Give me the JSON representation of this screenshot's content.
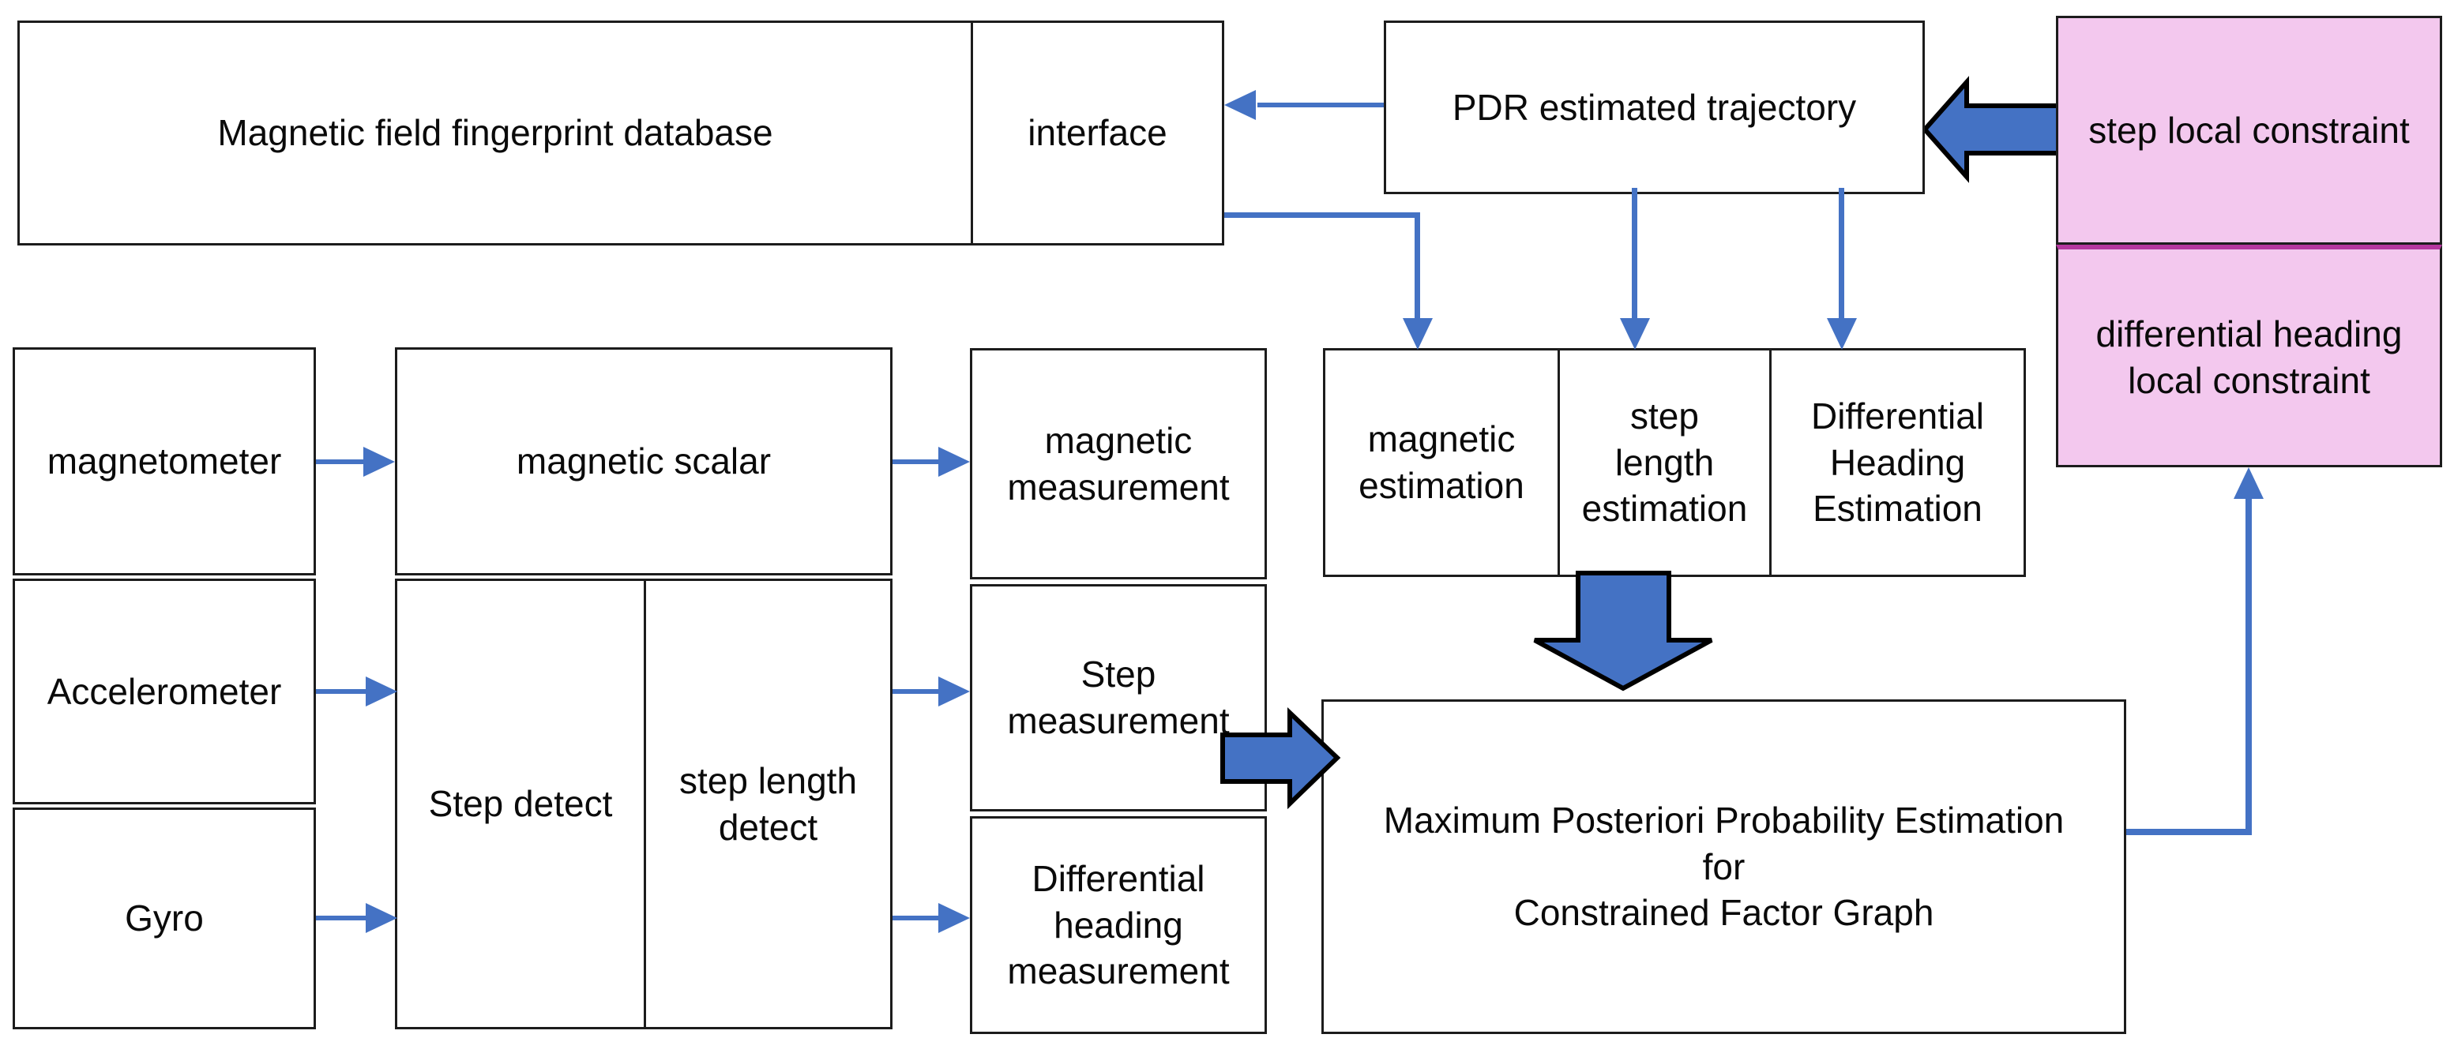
{
  "diagram": {
    "title": "PDR magnetic-fingerprint constrained factor graph system diagram",
    "colors": {
      "background": "#ffffff",
      "box_border": "#1c1c1c",
      "arrow_blue": "#4472C4",
      "block_arrow_fill": "#4472C4",
      "block_arrow_outline": "#000000",
      "constraint_pink_fill": "#F3C8EE",
      "constraint_divider_magenta": "#B5379F",
      "text": "#0a0a0a"
    },
    "nodes": {
      "database": {
        "label": "Magnetic field fingerprint database"
      },
      "interface": {
        "label": "interface"
      },
      "pdr": {
        "label": "PDR estimated trajectory"
      },
      "step_local_constraint": {
        "label": "step local constraint"
      },
      "diff_heading_local_constraint": {
        "label": "differential heading\nlocal constraint"
      },
      "magnetometer": {
        "label": "magnetometer"
      },
      "accelerometer": {
        "label": "Accelerometer"
      },
      "gyro": {
        "label": "Gyro"
      },
      "magnetic_scalar": {
        "label": "magnetic scalar"
      },
      "step_detect": {
        "label": "Step detect"
      },
      "step_length_detect": {
        "label": "step length\ndetect"
      },
      "magnetic_measurement": {
        "label": "magnetic\nmeasurement"
      },
      "step_measurement": {
        "label": "Step\nmeasurement"
      },
      "diff_heading_measurement": {
        "label": "Differential\nheading\nmeasurement"
      },
      "magnetic_estimation": {
        "label": "magnetic\nestimation"
      },
      "step_length_estimation": {
        "label": "step\nlength\nestimation"
      },
      "diff_heading_estimation": {
        "label": "Differential\nHeading\nEstimation"
      },
      "map_estimation": {
        "label": "Maximum Posteriori Probability Estimation for\nConstrained Factor Graph"
      }
    },
    "edges": [
      {
        "from": "magnetometer",
        "to": "magnetic_scalar",
        "style": "thin-arrow"
      },
      {
        "from": "accelerometer",
        "to": "step_detect",
        "style": "thin-arrow"
      },
      {
        "from": "gyro",
        "to": "step_detect",
        "style": "thin-arrow"
      },
      {
        "from": "magnetic_scalar",
        "to": "magnetic_measurement",
        "style": "thin-arrow"
      },
      {
        "from": "step_length_detect",
        "to": "step_measurement",
        "style": "thin-arrow"
      },
      {
        "from": "step_length_detect",
        "to": "diff_heading_measurement",
        "style": "thin-arrow"
      },
      {
        "from": "pdr",
        "to": "interface",
        "style": "thin-arrow"
      },
      {
        "from": "interface",
        "to": "magnetic_estimation",
        "style": "thin-arrow-elbow"
      },
      {
        "from": "pdr",
        "to": "step_length_estimation",
        "style": "thin-arrow"
      },
      {
        "from": "pdr",
        "to": "diff_heading_estimation",
        "style": "thin-arrow"
      },
      {
        "from": "step_local_constraint",
        "to": "pdr",
        "style": "block-arrow"
      },
      {
        "from": "estimation_row",
        "to": "map_estimation",
        "style": "block-arrow"
      },
      {
        "from": "step_measurement",
        "to": "map_estimation",
        "style": "block-arrow"
      },
      {
        "from": "map_estimation",
        "to": "diff_heading_local_constraint",
        "style": "thin-arrow-elbow"
      }
    ]
  }
}
